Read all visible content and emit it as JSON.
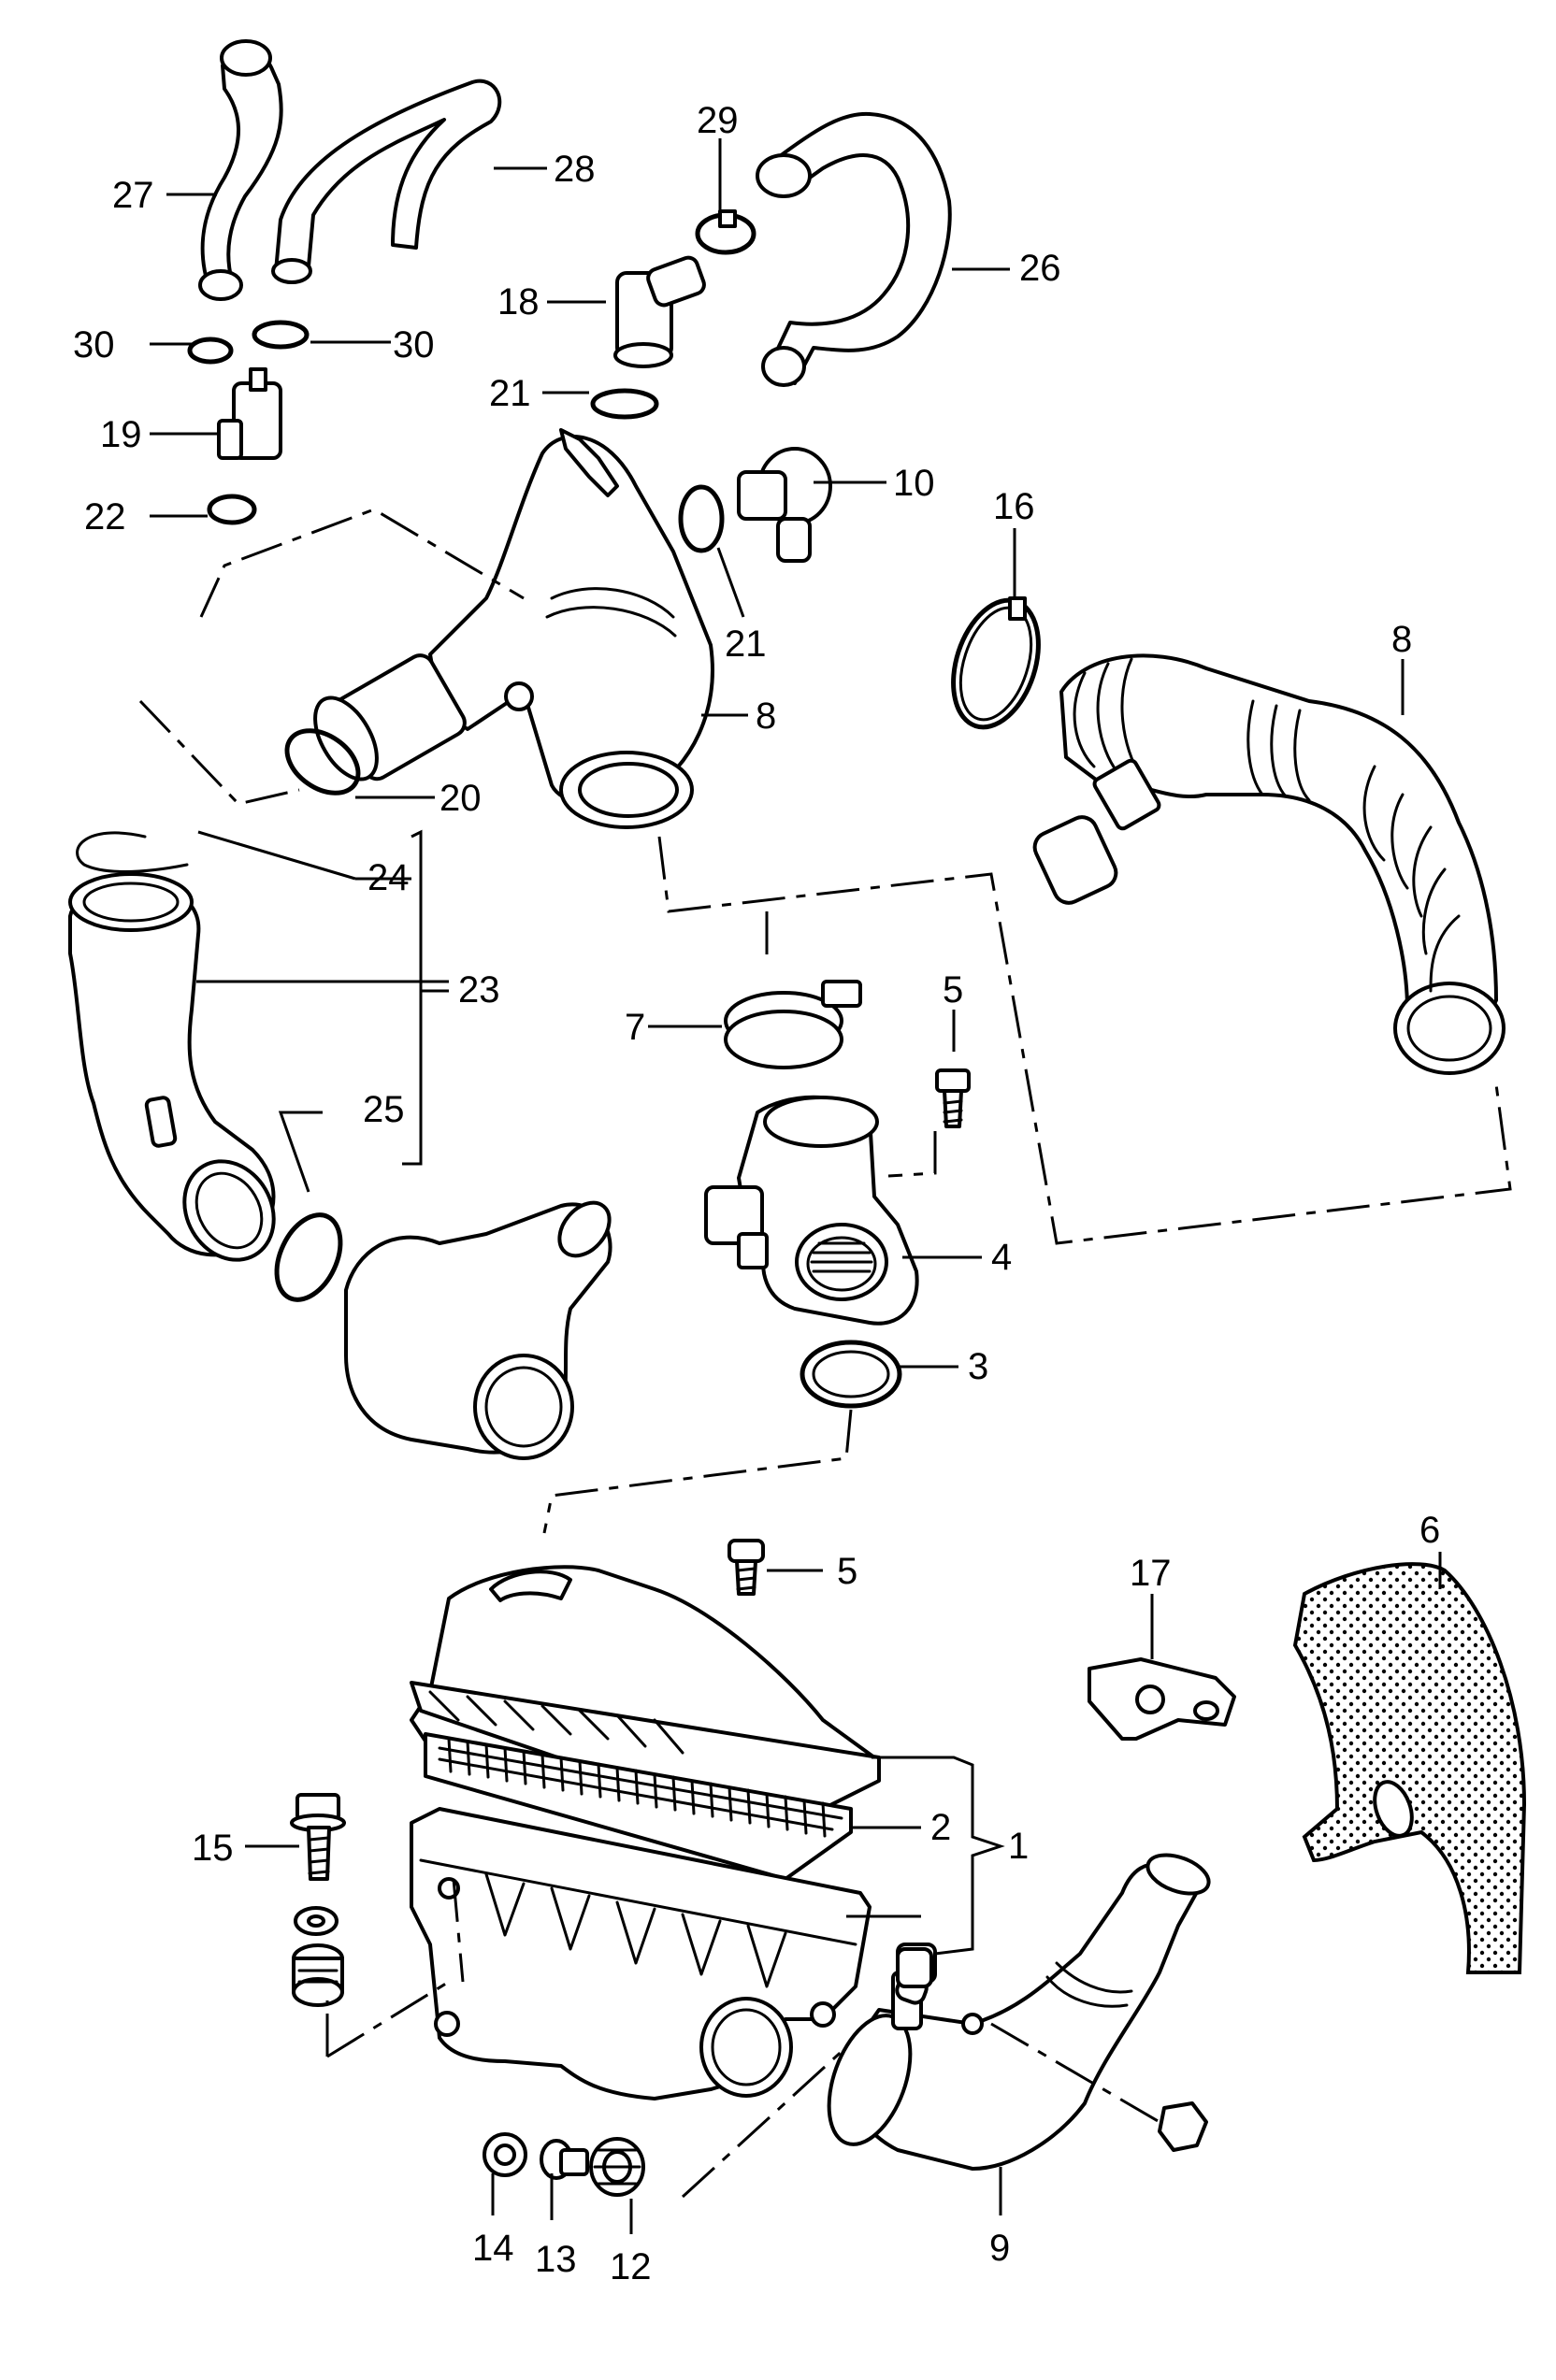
{
  "labels": {
    "l27": "27",
    "l28": "28",
    "l29": "29",
    "l26": "26",
    "l30a": "30",
    "l30b": "30",
    "l18": "18",
    "l21a": "21",
    "l19": "19",
    "l10": "10",
    "l22": "22",
    "l21b": "21",
    "l16": "16",
    "l8a": "8",
    "l8b": "8",
    "l20": "20",
    "l24": "24",
    "l23": "23",
    "l5a": "5",
    "l7": "7",
    "l25": "25",
    "l4": "4",
    "l3": "3",
    "l5b": "5",
    "l17": "17",
    "l6": "6",
    "l15": "15",
    "l2": "2",
    "l1": "1",
    "l14": "14",
    "l13": "13",
    "l12": "12",
    "l9": "9"
  }
}
